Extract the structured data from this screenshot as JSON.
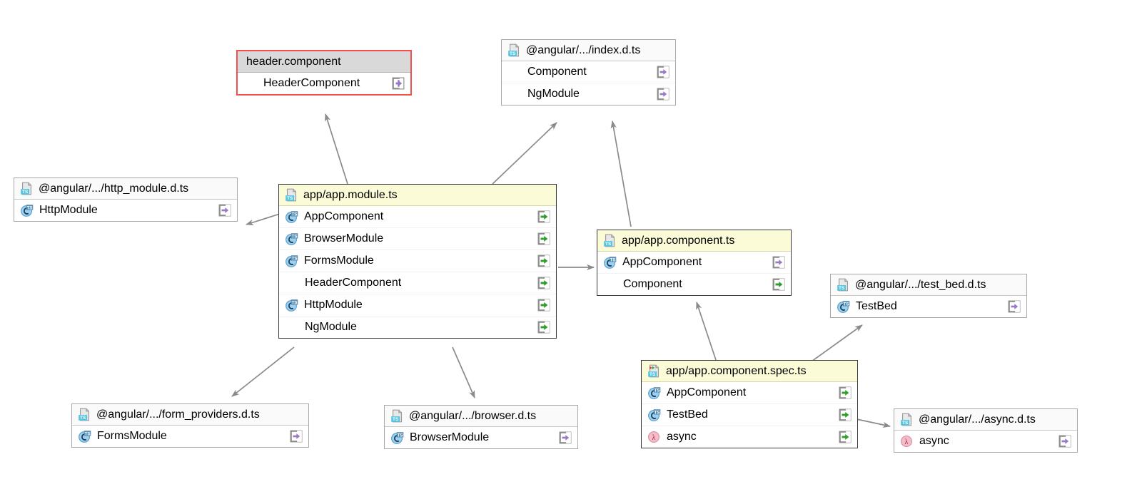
{
  "diagram": {
    "type": "typescript-file-dependency-diagram",
    "colors": {
      "selected_header": "#fcfbd7",
      "error_border": "#f05050",
      "plain_header": "#fafafa",
      "gray_header": "#d9d9d9",
      "edge": "#808080",
      "export_green": "#45a83c",
      "export_purple": "#9a78c8",
      "class_icon_blue": "#7fbde8",
      "function_icon_pink": "#f5b7c4"
    },
    "nodes": [
      {
        "id": "header-component",
        "title": "header.component",
        "title_icon": "none",
        "style": "error-gray-header",
        "members": [
          {
            "label": "HeaderComponent",
            "icon": "none",
            "export_icon": "export-purple-arrow-icon"
          }
        ]
      },
      {
        "id": "angular-index",
        "title": "@angular/.../index.d.ts",
        "title_icon": "ts-declaration-file-icon",
        "style": "plain",
        "members": [
          {
            "label": "Component",
            "icon": "none",
            "export_icon": "export-purple-arrow-icon"
          },
          {
            "label": "NgModule",
            "icon": "none",
            "export_icon": "export-purple-arrow-icon"
          }
        ]
      },
      {
        "id": "angular-http-module",
        "title": "@angular/.../http_module.d.ts",
        "title_icon": "ts-declaration-file-icon",
        "style": "plain",
        "members": [
          {
            "label": "HttpModule",
            "icon": "ts-class-icon",
            "export_icon": "export-purple-arrow-icon"
          }
        ]
      },
      {
        "id": "app-module",
        "title": "app/app.module.ts",
        "title_icon": "ts-file-icon",
        "style": "selected-yellow",
        "members": [
          {
            "label": "AppComponent",
            "icon": "ts-class-icon",
            "export_icon": "export-green-arrow-icon"
          },
          {
            "label": "BrowserModule",
            "icon": "ts-class-icon",
            "export_icon": "export-green-arrow-icon"
          },
          {
            "label": "FormsModule",
            "icon": "ts-class-icon",
            "export_icon": "export-green-arrow-icon"
          },
          {
            "label": "HeaderComponent",
            "icon": "none",
            "export_icon": "export-green-arrow-icon"
          },
          {
            "label": "HttpModule",
            "icon": "ts-class-icon",
            "export_icon": "export-green-arrow-icon"
          },
          {
            "label": "NgModule",
            "icon": "none",
            "export_icon": "export-green-arrow-icon"
          }
        ]
      },
      {
        "id": "app-component",
        "title": "app/app.component.ts",
        "title_icon": "ts-file-icon",
        "style": "selected-yellow",
        "members": [
          {
            "label": "AppComponent",
            "icon": "ts-class-icon",
            "export_icon": "export-purple-arrow-icon"
          },
          {
            "label": "Component",
            "icon": "none",
            "export_icon": "export-green-arrow-icon"
          }
        ]
      },
      {
        "id": "angular-test-bed",
        "title": "@angular/.../test_bed.d.ts",
        "title_icon": "ts-declaration-file-icon",
        "style": "plain",
        "members": [
          {
            "label": "TestBed",
            "icon": "ts-class-icon",
            "export_icon": "export-purple-arrow-icon"
          }
        ]
      },
      {
        "id": "angular-form-providers",
        "title": "@angular/.../form_providers.d.ts",
        "title_icon": "ts-declaration-file-icon",
        "style": "plain",
        "members": [
          {
            "label": "FormsModule",
            "icon": "ts-class-icon",
            "export_icon": "export-purple-arrow-icon"
          }
        ]
      },
      {
        "id": "angular-browser",
        "title": "@angular/.../browser.d.ts",
        "title_icon": "ts-declaration-file-icon",
        "style": "plain",
        "members": [
          {
            "label": "BrowserModule",
            "icon": "ts-class-icon",
            "export_icon": "export-purple-arrow-icon"
          }
        ]
      },
      {
        "id": "app-component-spec",
        "title": "app/app.component.spec.ts",
        "title_icon": "ts-spec-file-icon",
        "style": "selected-yellow",
        "members": [
          {
            "label": "AppComponent",
            "icon": "ts-class-icon",
            "export_icon": "export-green-arrow-icon"
          },
          {
            "label": "TestBed",
            "icon": "ts-class-icon",
            "export_icon": "export-green-arrow-icon"
          },
          {
            "label": "async",
            "icon": "ts-function-icon",
            "export_icon": "export-green-arrow-icon"
          }
        ]
      },
      {
        "id": "angular-async",
        "title": "@angular/.../async.d.ts",
        "title_icon": "ts-declaration-file-icon",
        "style": "plain",
        "members": [
          {
            "label": "async",
            "icon": "ts-function-icon",
            "export_icon": "export-purple-arrow-icon"
          }
        ]
      }
    ],
    "edges": [
      {
        "from": "app-module",
        "to": "header-component"
      },
      {
        "from": "app-module",
        "to": "angular-index"
      },
      {
        "from": "app-module",
        "to": "angular-http-module"
      },
      {
        "from": "app-module",
        "to": "app-component"
      },
      {
        "from": "app-module",
        "to": "angular-form-providers"
      },
      {
        "from": "app-module",
        "to": "angular-browser"
      },
      {
        "from": "app-component",
        "to": "angular-index"
      },
      {
        "from": "app-component-spec",
        "to": "app-component"
      },
      {
        "from": "app-component-spec",
        "to": "angular-test-bed"
      },
      {
        "from": "app-component-spec",
        "to": "angular-async"
      }
    ]
  }
}
